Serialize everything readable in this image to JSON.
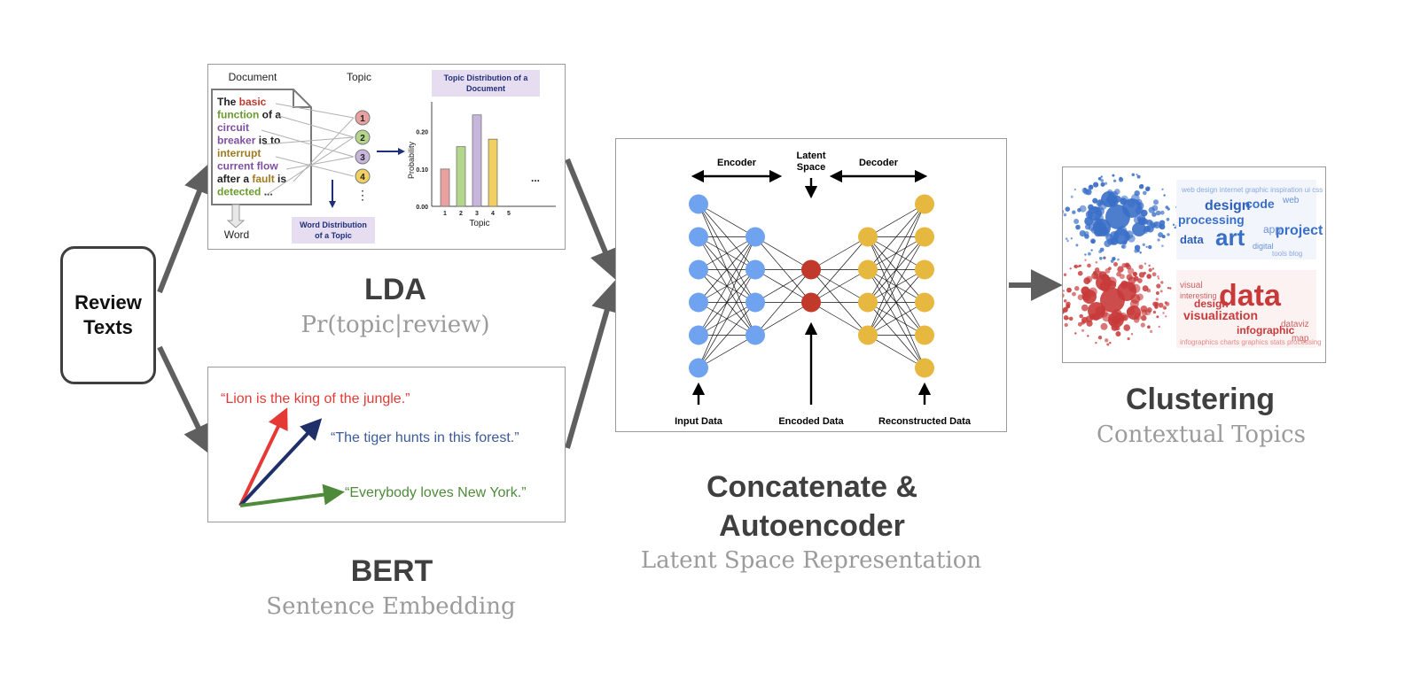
{
  "input": {
    "label": "Review Texts"
  },
  "lda": {
    "title": "LDA",
    "subtitle": "Pr(topic|review)",
    "doc_header": "Document",
    "topic_header": "Topic",
    "word_label": "Word",
    "word_dist_label": "Word Distribution of a Topic",
    "topic_dist_label": "Topic Distribution of a Document",
    "doc_lines": [
      [
        {
          "t": "The ",
          "c": "#222"
        },
        {
          "t": "basic",
          "c": "#c0392b"
        }
      ],
      [
        {
          "t": "function",
          "c": "#6a9a2e"
        },
        {
          "t": " of a",
          "c": "#222"
        }
      ],
      [
        {
          "t": "circuit",
          "c": "#7d4fa0"
        }
      ],
      [
        {
          "t": "breaker",
          "c": "#7d4fa0"
        },
        {
          "t": " is to",
          "c": "#222"
        }
      ],
      [
        {
          "t": "interrupt",
          "c": "#a07a1e"
        }
      ],
      [
        {
          "t": "current flow",
          "c": "#7d4fa0"
        }
      ],
      [
        {
          "t": "after a ",
          "c": "#222"
        },
        {
          "t": "fault",
          "c": "#a07a1e"
        },
        {
          "t": " is",
          "c": "#222"
        }
      ],
      [
        {
          "t": "detected",
          "c": "#6a9a2e"
        },
        {
          "t": " ...",
          "c": "#222"
        }
      ]
    ],
    "topics": [
      "1",
      "2",
      "3",
      "4"
    ],
    "topic_colors": [
      "#e8a0a0",
      "#b4d68c",
      "#c6b6dc",
      "#f0d060"
    ],
    "chart_data": {
      "type": "bar",
      "categories": [
        "1",
        "2",
        "3",
        "4",
        "5"
      ],
      "values": [
        0.1,
        0.16,
        0.245,
        0.18,
        null
      ],
      "colors": [
        "#e8a0a0",
        "#b4d68c",
        "#c6b6dc",
        "#f0d060"
      ],
      "ylabel": "Probability",
      "xlabel": "Topic",
      "yticks": [
        "0.00",
        "0.10",
        "0.20"
      ],
      "ylim": [
        0,
        0.28
      ],
      "ellipsis": "..."
    }
  },
  "bert": {
    "title": "BERT",
    "subtitle": "Sentence Embedding",
    "sentences": [
      {
        "text": "“Lion is the king of the jungle.”",
        "color": "#e53935"
      },
      {
        "text": "“The tiger hunts in this forest.”",
        "color": "#3b5b9a"
      },
      {
        "text": "“Everybody loves New York.”",
        "color": "#4e8a3a"
      }
    ],
    "vector_colors": [
      "#e53935",
      "#1e2f6a",
      "#4e8a3a"
    ]
  },
  "autoencoder": {
    "title_line1": "Concatenate &",
    "title_line2": "Autoencoder",
    "subtitle": "Latent Space Representation",
    "encoder_label": "Encoder",
    "latent_label_line1": "Latent",
    "latent_label_line2": "Space",
    "decoder_label": "Decoder",
    "input_label": "Input Data",
    "encoded_label": "Encoded Data",
    "reconstructed_label": "Reconstructed Data",
    "layer_sizes": [
      6,
      4,
      2,
      4,
      6
    ],
    "layer_colors": [
      "#6fa3ef",
      "#6fa3ef",
      "#c0392b",
      "#e6b840",
      "#e6b840"
    ]
  },
  "clustering": {
    "title": "Clustering",
    "subtitle": "Contextual Topics",
    "words_blue": [
      "design",
      "code",
      "processing",
      "art",
      "data",
      "project",
      "web",
      "digital",
      "app"
    ],
    "words_red": [
      "data",
      "visualization",
      "design",
      "infographic",
      "visual",
      "interesting",
      "dataviz",
      "map"
    ],
    "blue": "#3a6fc8",
    "red": "#c83a3a"
  },
  "colors": {
    "arrow": "#5f5f5f",
    "title": "#3f3f3f",
    "subtitle": "#9b9b9b"
  }
}
